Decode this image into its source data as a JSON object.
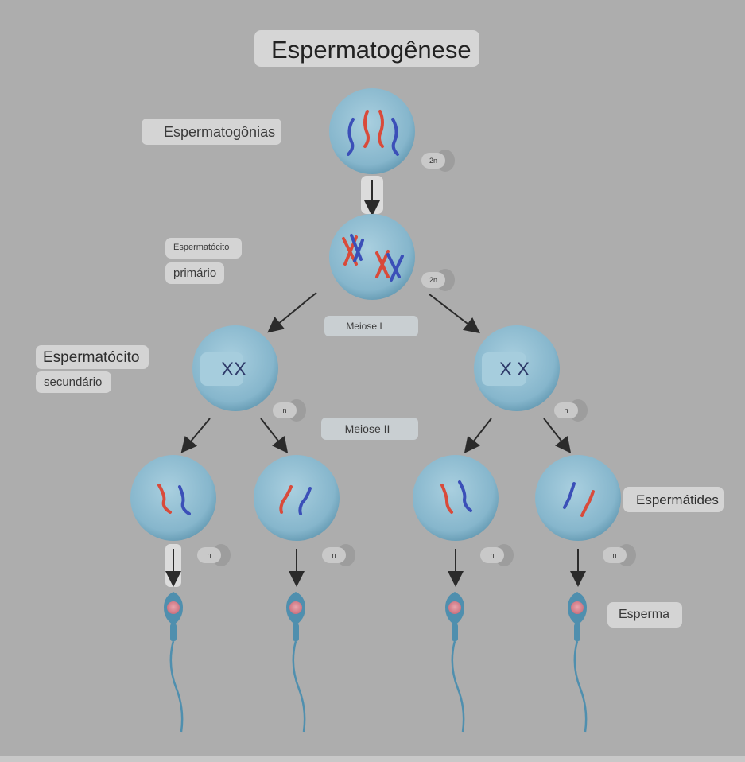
{
  "diagram": {
    "title": "Espermatogênese",
    "stage_labels": {
      "espermatogonias": "Espermatogônias",
      "espermatocito_primario_line1": "Espermatócito",
      "espermatocito_primario_line2": "primário",
      "espermatocito_secundario_line1": "Espermatócito",
      "espermatocito_secundario_line2": "secundário",
      "espermatides": "Espermátides",
      "esperma": "Esperma"
    },
    "division_labels": {
      "meiose1": "Meiose I",
      "meiose2": "Meiose II"
    },
    "ploidy": {
      "espermatogonia": "2n",
      "primario": "2n",
      "secundario_left": "n",
      "secundario_right": "n",
      "espermatide_1": "n",
      "espermatide_2": "n",
      "espermatide_3": "n",
      "espermatide_4": "n"
    },
    "chromosome_marks": {
      "secundario_left": "XX",
      "secundario_right": "XX"
    },
    "colors": {
      "background": "#adadad",
      "cell_fill": "#7fb0c8",
      "cell_edge": "#5e93ad",
      "chromosome_red": "#d94a3a",
      "chromosome_blue": "#3b4fb8",
      "sperm_head": "#d98a95",
      "sperm_body": "#4f8fae",
      "arrow": "#2b2b2b"
    }
  }
}
